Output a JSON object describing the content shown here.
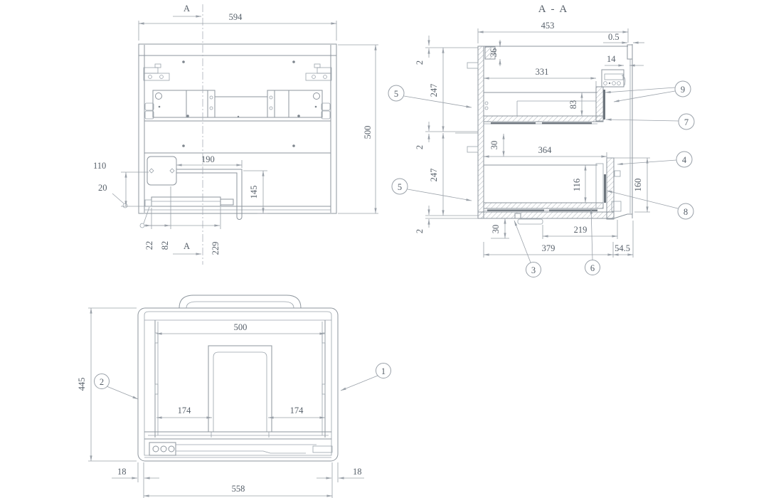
{
  "section_title": "A - A",
  "section_marker": {
    "top": "A",
    "bottom": "A"
  },
  "front_view": {
    "width": "594",
    "height": "500",
    "box_offset": "110",
    "clip": "20",
    "conduit_len": "190",
    "drop": "145",
    "ord_22": "22",
    "ord_82": "82",
    "ord_229": "229"
  },
  "section_view": {
    "overall": "453",
    "gap_top": "0.5",
    "block": "36",
    "gap_side": "14",
    "edge_2a": "2",
    "bay_247a": "247",
    "edge_2b": "2",
    "bay_247b": "247",
    "edge_2c": "2",
    "upper_inner": "331",
    "upper_height": "83",
    "lower_offset": "30",
    "lower_inner": "364",
    "lower_height": "116",
    "front_panel": "160",
    "bottom_offset": "30",
    "rail": "219",
    "base": "379",
    "overhang": "54.5"
  },
  "plan_view": {
    "inner_width": "500",
    "left_side": "174",
    "right_side": "174",
    "depth": "445",
    "margin_left": "18",
    "base_width": "558",
    "margin_right": "18"
  },
  "balloons": {
    "b1": "1",
    "b2": "2",
    "b3": "3",
    "b4": "4",
    "b5a": "5",
    "b5b": "5",
    "b6": "6",
    "b7": "7",
    "b8": "8",
    "b9": "9"
  }
}
